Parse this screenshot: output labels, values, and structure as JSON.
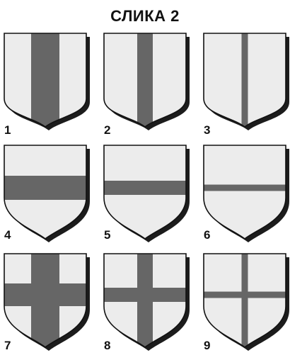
{
  "title": "СЛИКА 2",
  "colors": {
    "field": "#ececec",
    "charge": "#666666",
    "outline": "#111111",
    "shadow": "#1c1c1c"
  },
  "shields": [
    {
      "number": "1",
      "type": "pale",
      "band": "wide"
    },
    {
      "number": "2",
      "type": "pale",
      "band": "medium"
    },
    {
      "number": "3",
      "type": "pale",
      "band": "narrow"
    },
    {
      "number": "4",
      "type": "fess",
      "band": "wide"
    },
    {
      "number": "5",
      "type": "fess",
      "band": "medium"
    },
    {
      "number": "6",
      "type": "fess",
      "band": "narrow"
    },
    {
      "number": "7",
      "type": "cross",
      "band": "wide"
    },
    {
      "number": "8",
      "type": "cross",
      "band": "medium"
    },
    {
      "number": "9",
      "type": "cross",
      "band": "narrow"
    }
  ]
}
